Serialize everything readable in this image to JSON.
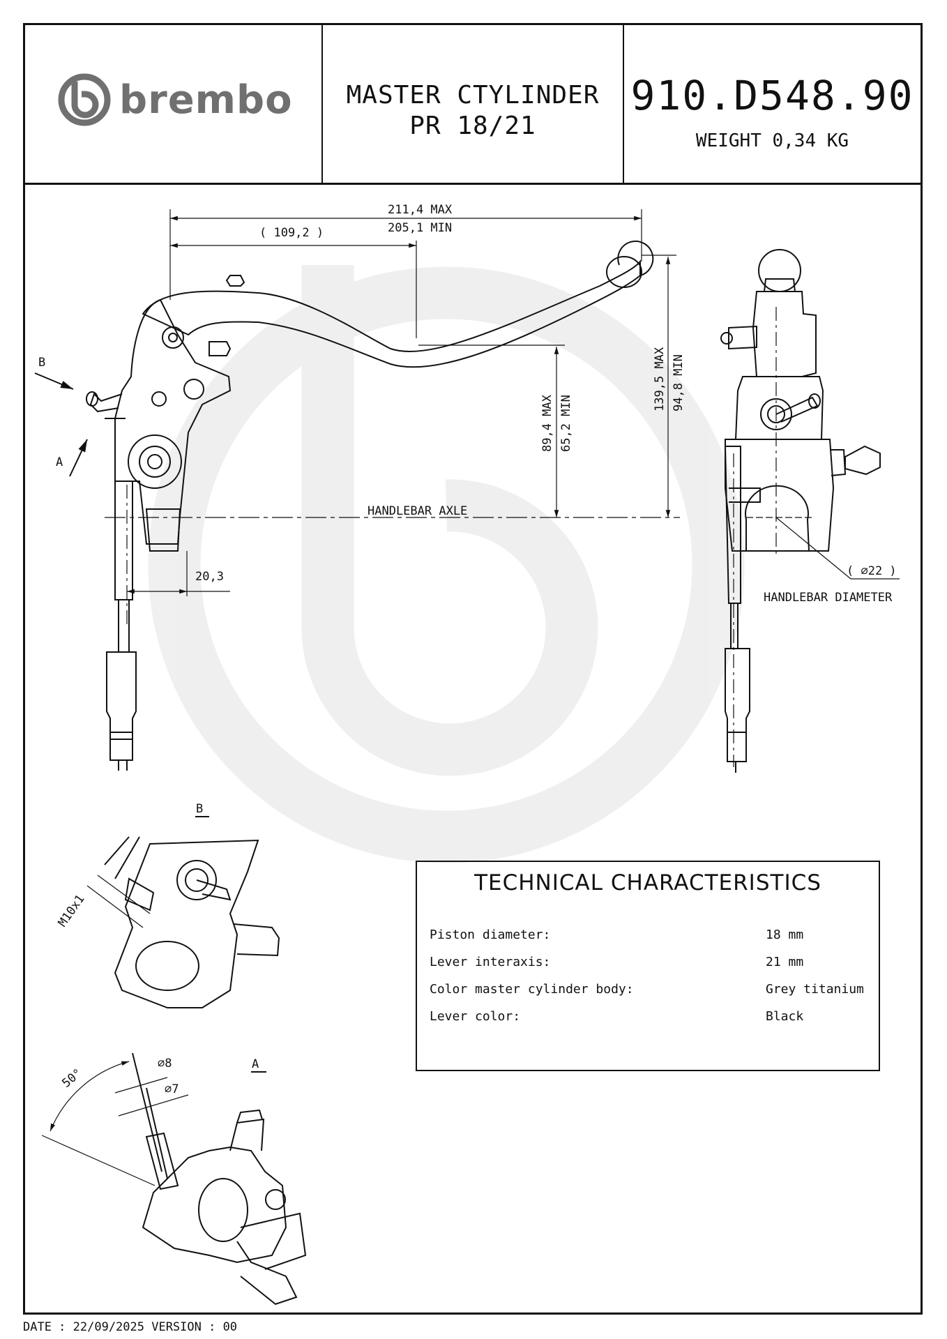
{
  "header": {
    "brand": "brembo",
    "title_line1": "MASTER CTYLINDER",
    "title_line2": "PR 18/21",
    "part_code": "910.D548.90",
    "weight": "WEIGHT 0,34 KG"
  },
  "drawing": {
    "dim_overall_max": "211,4 MAX",
    "dim_overall_min": "205,1 MIN",
    "dim_partial": "( 109,2 )",
    "dim_height_a_max": "89,4 MAX",
    "dim_height_a_min": "65,2 MIN",
    "dim_height_b_max": "139,5 MAX",
    "dim_height_b_min": "94,8 MIN",
    "handlebar_axle": "HANDLEBAR AXLE",
    "dim_offset": "20,3",
    "handlebar_diam": "( ∅22 )",
    "handlebar_diam_label": "HANDLEBAR DIAMETER",
    "view_b_arrow": "B",
    "view_a_arrow": "A",
    "view_b_title": "B",
    "view_a_title": "A",
    "thread": "M10x1",
    "angle": "50°",
    "diam8": "∅8",
    "diam7": "∅7"
  },
  "tech": {
    "title": "TECHNICAL CHARACTERISTICS",
    "rows": [
      {
        "label": "Piston diameter:",
        "value": "18 mm"
      },
      {
        "label": "Lever interaxis:",
        "value": "21 mm"
      },
      {
        "label": "Color master cylinder body:",
        "value": "Grey titanium"
      },
      {
        "label": "Lever color:",
        "value": "Black"
      }
    ]
  },
  "footer": {
    "text": "DATE : 22/09/2025 VERSION : 00"
  }
}
